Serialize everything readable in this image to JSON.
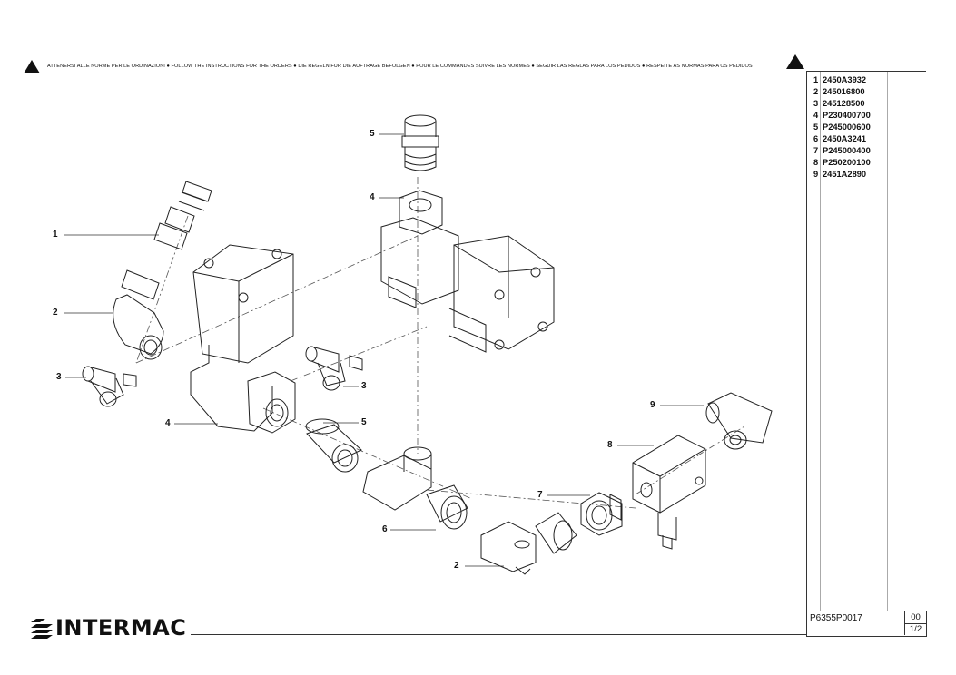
{
  "warning_text": "ATTENERSI ALLE NORME PER LE ORDINAZIONI ● FOLLOW THE INSTRUCTIONS FOR THE ORDERS ● DIE REGELN FUR DIE AUFTRAGE BEFOLGEN ● POUR LE COMMANDES SUIVRE LES NORMES ● SEGUIR LAS REGLAS PARA LOS PEDIDOS ● RESPEITE AS NORMAS PARA OS PEDIDOS",
  "parts": [
    {
      "num": "1",
      "code": "2450A3932"
    },
    {
      "num": "2",
      "code": "245016800"
    },
    {
      "num": "3",
      "code": "245128500"
    },
    {
      "num": "4",
      "code": "P230400700"
    },
    {
      "num": "5",
      "code": "P245000600"
    },
    {
      "num": "6",
      "code": "2450A3241"
    },
    {
      "num": "7",
      "code": "P245000400"
    },
    {
      "num": "8",
      "code": "P250200100"
    },
    {
      "num": "9",
      "code": "2451A2890"
    }
  ],
  "callouts": {
    "c1": "1",
    "c2a": "2",
    "c3a": "3",
    "c4a": "4",
    "c5top": "5",
    "c4top": "4",
    "c3b": "3",
    "c5b": "5",
    "c6": "6",
    "c7": "7",
    "c8": "8",
    "c9": "9",
    "c2b": "2"
  },
  "title_block": {
    "drawing_code": "P6355P0017",
    "revision": "00",
    "sheet": "1/2"
  },
  "brand": "INTERMAC"
}
